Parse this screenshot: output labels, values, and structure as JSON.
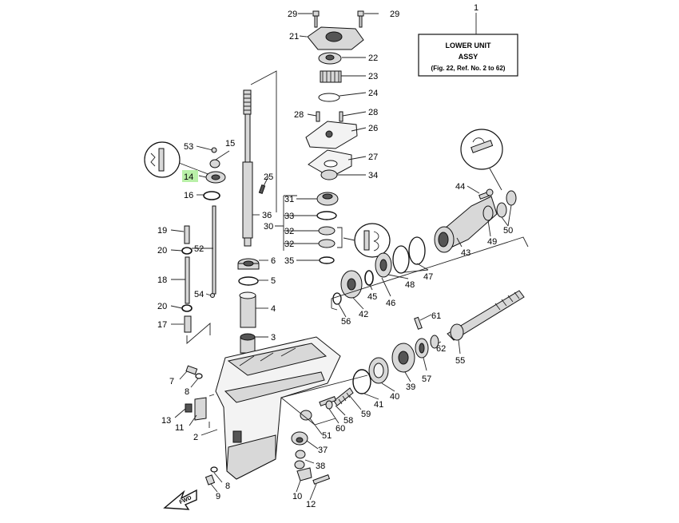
{
  "title_box": {
    "ref_number": "1",
    "line1": "LOWER UNIT",
    "line2": "ASSY",
    "line3": "(Fig. 22, Ref. No. 2 to 62)"
  },
  "highlight_color": "#b9f0a8",
  "fwd_label": "FWD",
  "callouts": [
    {
      "id": "29a",
      "text": "29"
    },
    {
      "id": "29b",
      "text": "29"
    },
    {
      "id": "21",
      "text": "21"
    },
    {
      "id": "22",
      "text": "22"
    },
    {
      "id": "23",
      "text": "23"
    },
    {
      "id": "24",
      "text": "24"
    },
    {
      "id": "28a",
      "text": "28"
    },
    {
      "id": "28b",
      "text": "28"
    },
    {
      "id": "26",
      "text": "26"
    },
    {
      "id": "27",
      "text": "27"
    },
    {
      "id": "34",
      "text": "34"
    },
    {
      "id": "31",
      "text": "31"
    },
    {
      "id": "33",
      "text": "33"
    },
    {
      "id": "30",
      "text": "30"
    },
    {
      "id": "32a",
      "text": "32"
    },
    {
      "id": "32b",
      "text": "32"
    },
    {
      "id": "35",
      "text": "35"
    },
    {
      "id": "53",
      "text": "53"
    },
    {
      "id": "15",
      "text": "15"
    },
    {
      "id": "14",
      "text": "14"
    },
    {
      "id": "16",
      "text": "16"
    },
    {
      "id": "25",
      "text": "25"
    },
    {
      "id": "36",
      "text": "36"
    },
    {
      "id": "19",
      "text": "19"
    },
    {
      "id": "52",
      "text": "52"
    },
    {
      "id": "20a",
      "text": "20"
    },
    {
      "id": "6",
      "text": "6"
    },
    {
      "id": "5",
      "text": "5"
    },
    {
      "id": "18",
      "text": "18"
    },
    {
      "id": "54",
      "text": "54"
    },
    {
      "id": "20b",
      "text": "20"
    },
    {
      "id": "4",
      "text": "4"
    },
    {
      "id": "17",
      "text": "17"
    },
    {
      "id": "3",
      "text": "3"
    },
    {
      "id": "44",
      "text": "44"
    },
    {
      "id": "49",
      "text": "49"
    },
    {
      "id": "50",
      "text": "50"
    },
    {
      "id": "43",
      "text": "43"
    },
    {
      "id": "47",
      "text": "47"
    },
    {
      "id": "48",
      "text": "48"
    },
    {
      "id": "46",
      "text": "46"
    },
    {
      "id": "45",
      "text": "45"
    },
    {
      "id": "42",
      "text": "42"
    },
    {
      "id": "56",
      "text": "56"
    },
    {
      "id": "61",
      "text": "61"
    },
    {
      "id": "55",
      "text": "55"
    },
    {
      "id": "62",
      "text": "62"
    },
    {
      "id": "57",
      "text": "57"
    },
    {
      "id": "39",
      "text": "39"
    },
    {
      "id": "40",
      "text": "40"
    },
    {
      "id": "41",
      "text": "41"
    },
    {
      "id": "59",
      "text": "59"
    },
    {
      "id": "58",
      "text": "58"
    },
    {
      "id": "60",
      "text": "60"
    },
    {
      "id": "51",
      "text": "51"
    },
    {
      "id": "37",
      "text": "37"
    },
    {
      "id": "38",
      "text": "38"
    },
    {
      "id": "7",
      "text": "7"
    },
    {
      "id": "8a",
      "text": "8"
    },
    {
      "id": "13",
      "text": "13"
    },
    {
      "id": "11",
      "text": "11"
    },
    {
      "id": "2",
      "text": "2"
    },
    {
      "id": "8b",
      "text": "8"
    },
    {
      "id": "9",
      "text": "9"
    },
    {
      "id": "10",
      "text": "10"
    },
    {
      "id": "12",
      "text": "12"
    }
  ]
}
